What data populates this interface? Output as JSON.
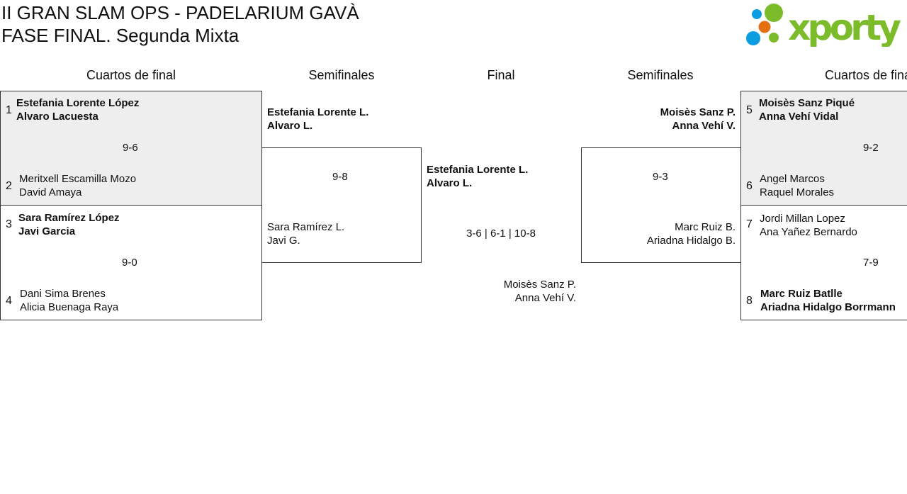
{
  "title": {
    "line1": "II GRAN SLAM OPS - PADELARIUM GAVÀ",
    "line2": "FASE FINAL. Segunda Mixta"
  },
  "logo": {
    "text": "xporty",
    "colors": {
      "green": "#7cbb2a",
      "blue": "#0a9de0",
      "orange": "#e5700f"
    }
  },
  "headers": [
    "Cuartos de final",
    "Semifinales",
    "Final",
    "Semifinales",
    "Cuartos de final"
  ],
  "left_quarters": [
    {
      "seed_a": "1",
      "team_a": [
        "Estefania Lorente López",
        "Alvaro Lacuesta"
      ],
      "seed_b": "2",
      "team_b": [
        "Meritxell Escamilla Mozo",
        "David Amaya"
      ],
      "score": "9-6",
      "winner": "a"
    },
    {
      "seed_a": "3",
      "team_a": [
        "Sara Ramírez López",
        "Javi Garcia"
      ],
      "seed_b": "4",
      "team_b": [
        "Dani Sima Brenes",
        "Alicia Buenaga Raya"
      ],
      "score": "9-0",
      "winner": "a"
    }
  ],
  "left_semi": {
    "team_a": [
      "Estefania Lorente L.",
      "Alvaro L."
    ],
    "team_b": [
      "Sara Ramírez L.",
      "Javi G."
    ],
    "score": "9-8",
    "winner": "a"
  },
  "final": {
    "team_a": [
      "Estefania Lorente L.",
      "Alvaro L."
    ],
    "team_b": [
      "Moisès Sanz P.",
      "Anna Vehí V."
    ],
    "score": "3-6 | 6-1 | 10-8",
    "winner": "a"
  },
  "right_semi": {
    "team_a": [
      "Moisès Sanz P.",
      "Anna Vehí V."
    ],
    "team_b": [
      "Marc Ruiz B.",
      "Ariadna Hidalgo B."
    ],
    "score": "9-3",
    "winner": "a"
  },
  "right_quarters": [
    {
      "seed_a": "5",
      "team_a": [
        "Moisès Sanz Piqué",
        "Anna Vehí Vidal"
      ],
      "seed_b": "6",
      "team_b": [
        "Angel Marcos",
        "Raquel Morales"
      ],
      "score": "9-2",
      "winner": "a"
    },
    {
      "seed_a": "7",
      "team_a": [
        "Jordi Millan Lopez",
        "Ana Yañez Bernardo"
      ],
      "seed_b": "8",
      "team_b": [
        "Marc Ruiz Batlle",
        "Ariadna Hidalgo Borrmann"
      ],
      "score": "7-9",
      "winner": "b"
    }
  ]
}
